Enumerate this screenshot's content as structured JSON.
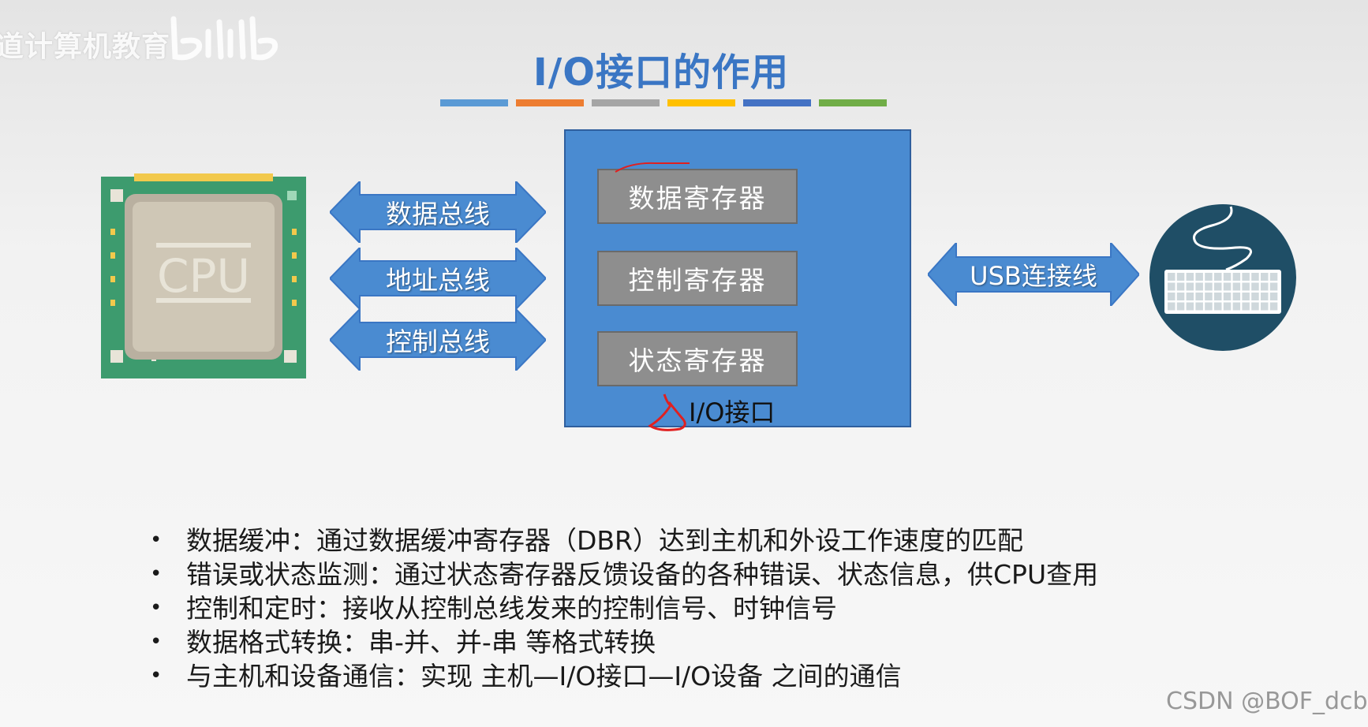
{
  "watermark": {
    "left_text": "道计算机教育",
    "right_text": "CSDN @BOF_dcb"
  },
  "title": "I/O接口的作用",
  "title_bar_colors": [
    "#5a9ad5",
    "#ed7d31",
    "#a5a5a5",
    "#ffc000",
    "#4472c4",
    "#70ad47"
  ],
  "cpu": {
    "label": "CPU"
  },
  "buses": [
    {
      "label": "数据总线"
    },
    {
      "label": "地址总线"
    },
    {
      "label": "控制总线"
    }
  ],
  "io_interface": {
    "registers": [
      "数据寄存器",
      "控制寄存器",
      "状态寄存器"
    ],
    "label": "I/O接口"
  },
  "usb": {
    "label": "USB连接线"
  },
  "device": {
    "icon": "keyboard-icon"
  },
  "bullets": [
    "数据缓冲：通过数据缓冲寄存器（DBR）达到主机和外设工作速度的匹配",
    "错误或状态监测：通过状态寄存器反馈设备的各种错误、状态信息，供CPU查用",
    "控制和定时：接收从控制总线发来的控制信号、时钟信号",
    "数据格式转换：串-并、并-串 等格式转换",
    "与主机和设备通信：实现 主机—I/O接口—I/O设备 之间的通信"
  ],
  "colors": {
    "title": "#3a76c4",
    "arrow": "#4a8bd1",
    "io_box": "#4a8bd1",
    "register": "#8e8e8e",
    "cpu_board": "#3d9b6e",
    "keyboard_circle": "#1f4e66",
    "annotation": "#e02020"
  }
}
